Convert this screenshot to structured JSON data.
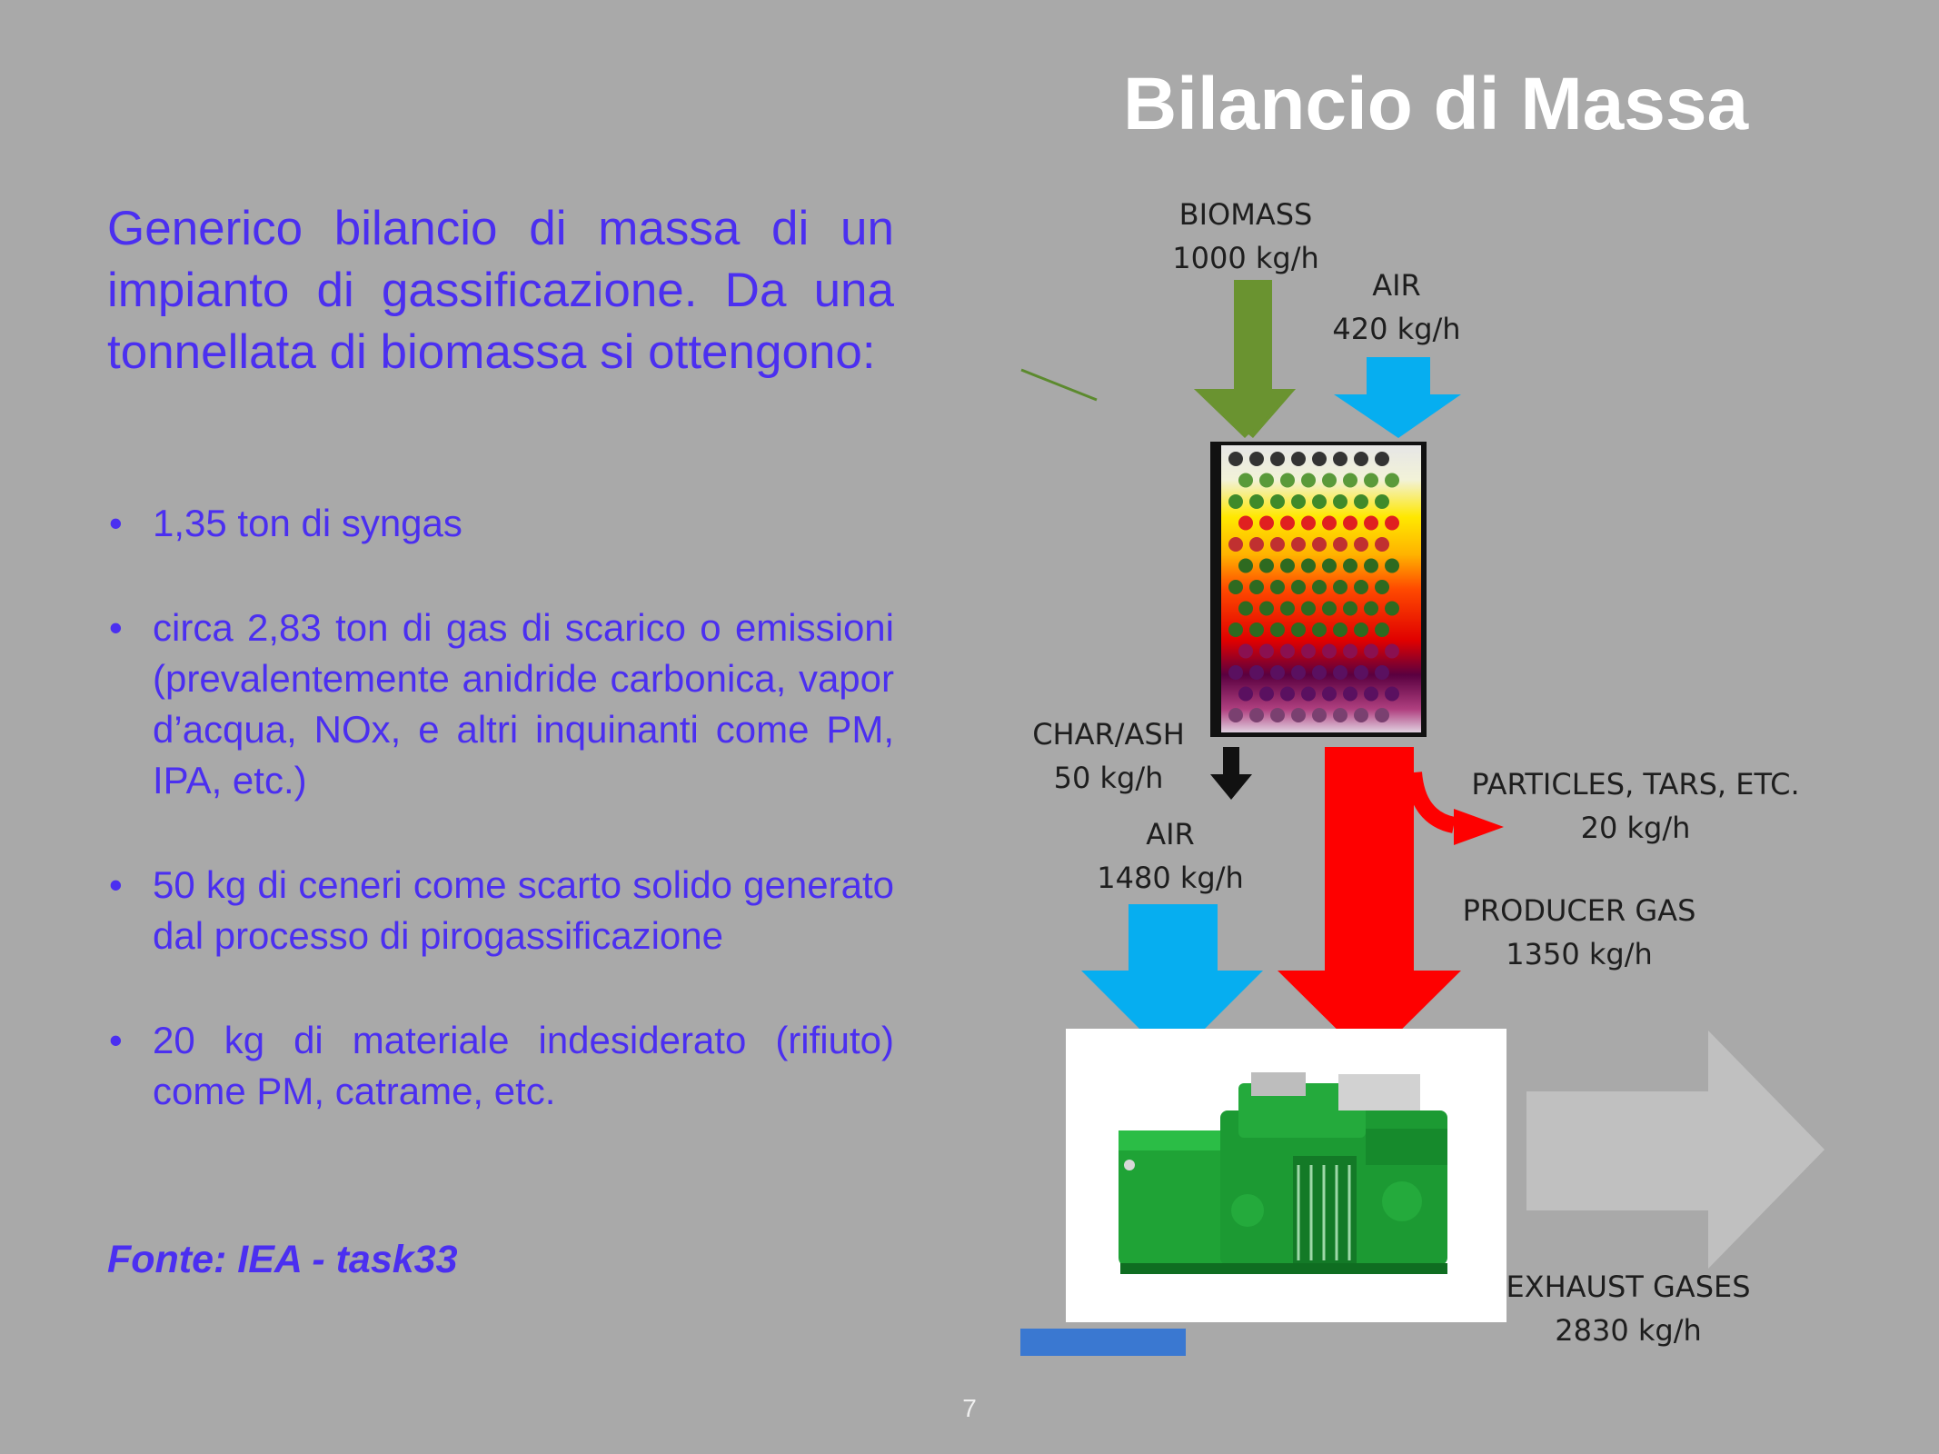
{
  "slide": {
    "title": "Bilancio di Massa",
    "intro": "Generico bilancio di massa di un impianto di gassificazione. Da una tonnellata di biomassa si ottengono:",
    "bullets": [
      "1,35 ton di syngas",
      "circa 2,83 ton di gas di scarico o emissioni (prevalentemente anidride carbonica, vapor d’acqua, NOx, e altri inquinanti come PM, IPA, etc.)",
      "50 kg di ceneri come scarto solido generato dal processo di pirogassificazione",
      "20 kg di materiale indesiderato  (rifiuto) come PM, catrame, etc."
    ],
    "source": "Fonte: IEA - task33",
    "page_number": "7"
  },
  "diagram": {
    "biomass": {
      "label": "BIOMASS",
      "rate": "1000 kg/h"
    },
    "air_top": {
      "label": "AIR",
      "rate": "420 kg/h"
    },
    "char_ash": {
      "label": "CHAR/ASH",
      "rate": "50 kg/h"
    },
    "air_bottom": {
      "label": "AIR",
      "rate": "1480 kg/h"
    },
    "particles": {
      "label": "PARTICLES, TARS, ETC.",
      "rate": "20 kg/h"
    },
    "producer_gas": {
      "label": "PRODUCER GAS",
      "rate": "1350 kg/h"
    },
    "exhaust": {
      "label": "EXHAUST GASES",
      "rate": "2830 kg/h"
    },
    "colors": {
      "biomass_arrow": "#6a9330",
      "air_arrow": "#06aef0",
      "gas_arrow": "#fe0000",
      "exhaust_arrow": "#c0c0c0",
      "ash_arrow": "#111111",
      "engine": "#1fa336"
    }
  }
}
